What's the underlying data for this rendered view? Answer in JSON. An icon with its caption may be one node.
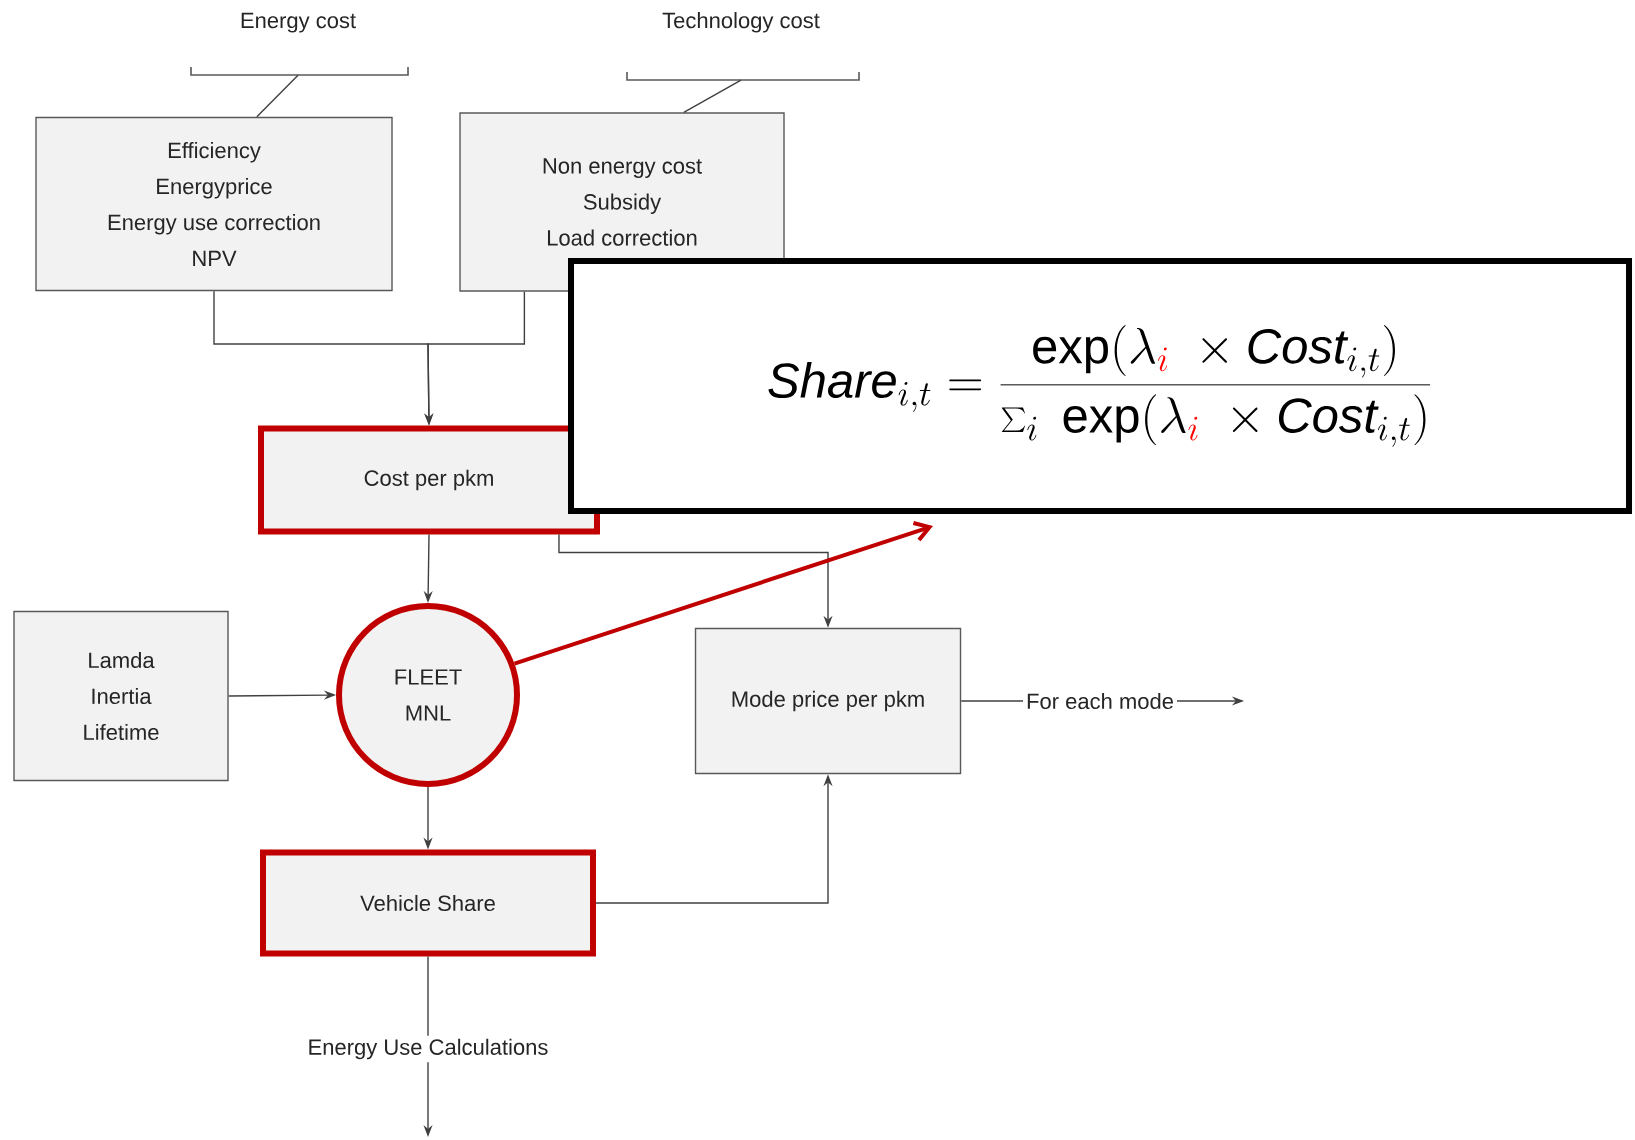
{
  "diagram": {
    "nodes": [
      {
        "text": [
          "Energy cost"
        ]
      },
      {
        "text": [
          "Technology cost"
        ]
      },
      {
        "text": [
          "Efficiency",
          "Energyprice",
          "Energy use correction",
          "NPV"
        ]
      },
      {
        "text": [
          "Non energy cost",
          "Subsidy",
          "Load correction"
        ]
      },
      {
        "text": [
          "Cost per pkm"
        ]
      },
      {
        "text": [
          "Lamda",
          "Inertia",
          "Lifetime"
        ]
      },
      {
        "text": [
          "FLEET MNL"
        ]
      },
      {
        "text": [
          "Mode price per pkm"
        ]
      },
      {
        "text": [
          "Vehicle Share"
        ]
      },
      {
        "text": [
          "\\mathit{Share}_{i,t} = \\frac{\\exp(\\lambda_{\\color{red}i}\\ \\times \\mathit{Cost}_{i,t})}{\\sum_i\\ \\exp(\\lambda_{\\color{red}i}\\ \\times \\mathit{Cost}_{i,t})}"
        ]
      }
    ],
    "edges": [
      {
        "from": 0,
        "to": 2,
        "arrow": "none"
      },
      {
        "from": 1,
        "to": 3,
        "arrow": "none"
      },
      {
        "from": 2,
        "to": 4,
        "arrow": "to"
      },
      {
        "from": 3,
        "to": 4,
        "arrow": "to"
      },
      {
        "from": 4,
        "to": 7,
        "arrow": "to"
      },
      {
        "from": 4,
        "to": 6,
        "arrow": "to"
      },
      {
        "from": 5,
        "to": 6,
        "arrow": "to"
      },
      {
        "from": 6,
        "to": 8,
        "arrow": "to"
      },
      {
        "from": 8,
        "to": 7,
        "arrow": "to"
      },
      {
        "from": 6,
        "to": 9,
        "arrow": "to",
        "style": "thick",
        "color": "#c00000"
      },
      {
        "from": 7,
        "to": null,
        "arrow": "to",
        "label": "For each mode"
      },
      {
        "from": 8,
        "to": null,
        "arrow": "to",
        "label": "Energy Use Calculations"
      }
    ]
  }
}
